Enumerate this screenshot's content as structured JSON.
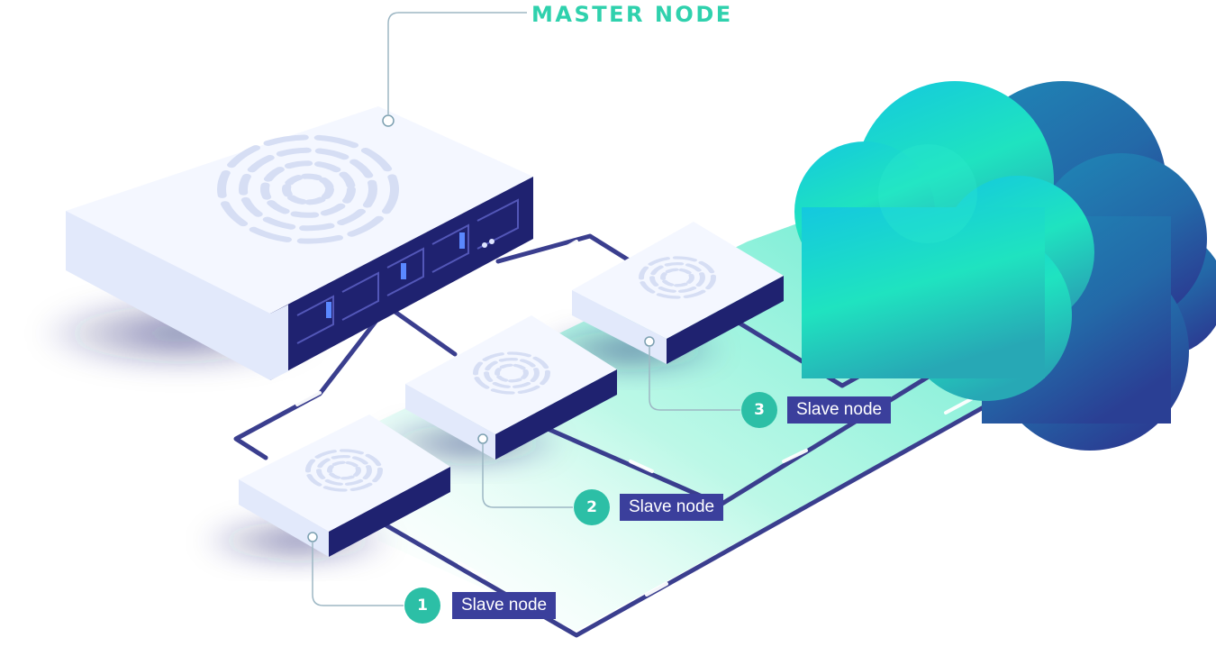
{
  "master": {
    "label": "MASTER NODE"
  },
  "slaves": [
    {
      "number": "1",
      "label": "Slave node"
    },
    {
      "number": "2",
      "label": "Slave node"
    },
    {
      "number": "3",
      "label": "Slave node"
    }
  ],
  "colors": {
    "accent": "#2fd1ad",
    "badge": "#2cbfa6",
    "tag": "#3b3f9c",
    "cable": "#3a3e8e",
    "cloud_front": "#18c9c9",
    "cloud_back": "#2768a8"
  },
  "icons": [
    "fingerprint-icon",
    "cloud-icon",
    "server-icon"
  ]
}
